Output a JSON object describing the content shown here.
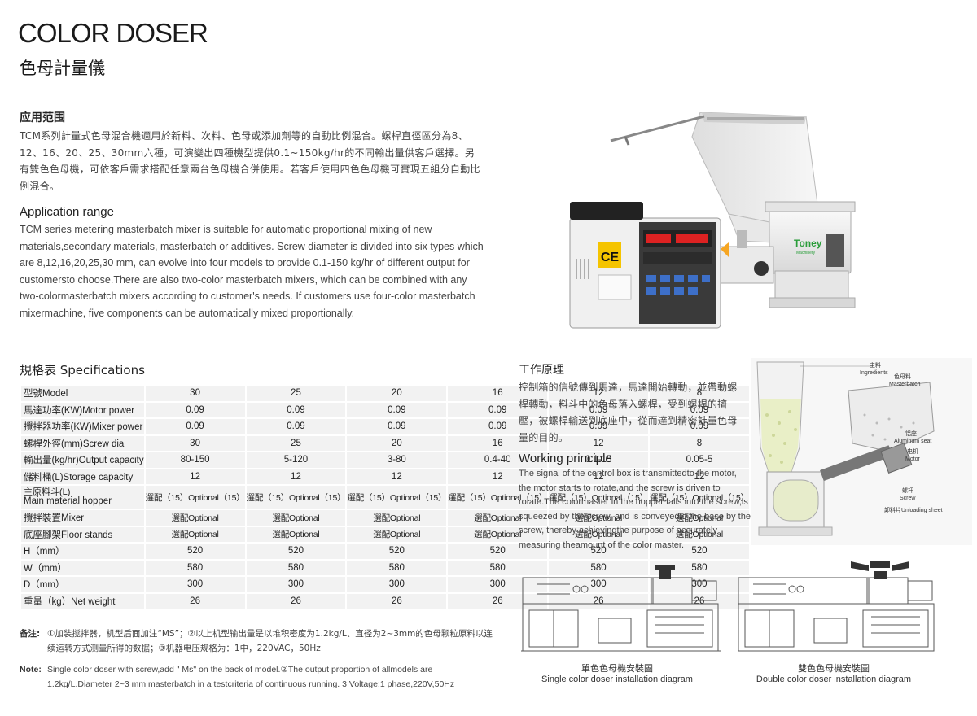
{
  "header": {
    "title_en": "COLOR DOSER",
    "title_cn": "色母計量儀"
  },
  "application": {
    "heading_cn": "应用范围",
    "text_cn": "TCM系列計量式色母混合機適用於新料、次料、色母或添加劑等的自動比例混合。螺桿直徑區分為8、12、16、20、25、30mm六種，可演變出四種機型提供0.1~150kg/hr的不同輸出量供客戶選擇。另有雙色色母機，可依客戶需求搭配任意兩台色母機合併使用。若客戶使用四色色母機可實現五組分自動比例混合。",
    "heading_en": "Application range",
    "text_en": "TCM series metering masterbatch mixer is suitable for automatic proportional mixing of new materials,secondary materials, masterbatch or additives. Screw diameter is divided into six types which are 8,12,16,20,25,30 mm, can evolve into four models to provide 0.1-150 kg/hr of different output for customersto choose.There are also two-color masterbatch mixers, which can be combined with any two-colormasterbatch mixers according to customer's needs. If customers use four-color masterbatch mixermachine, five components can be automatically mixed proportionally."
  },
  "product": {
    "brand": "Toney",
    "brand_sub": "Machinery",
    "ce_mark": "CE"
  },
  "specs": {
    "title": "規格表 Specifications",
    "rows": [
      {
        "label": "型號Model",
        "values": [
          "30",
          "25",
          "20",
          "16",
          "12",
          "8"
        ]
      },
      {
        "label": "馬達功率(KW)Motor power",
        "values": [
          "0.09",
          "0.09",
          "0.09",
          "0.09",
          "0.09",
          "0.09"
        ]
      },
      {
        "label": "攪拌器功率(KW)Mixer power",
        "values": [
          "0.09",
          "0.09",
          "0.09",
          "0.09",
          "0.09",
          "0.09"
        ]
      },
      {
        "label": "螺桿外徑(mm)Screw dia",
        "values": [
          "30",
          "25",
          "20",
          "16",
          "12",
          "8"
        ]
      },
      {
        "label": "輸出量(kg/hr)Output capacity",
        "values": [
          "80-150",
          "5-120",
          "3-80",
          "0.4-40",
          "0.1-15",
          "0.05-5"
        ]
      },
      {
        "label": "儲料桶(L)Storage capacity",
        "values": [
          "12",
          "12",
          "12",
          "12",
          "12",
          "12"
        ]
      },
      {
        "label": "主原料斗(L)",
        "label2": "Main material hopper",
        "values": [
          "選配（15）Optional（15）",
          "選配（15）Optional（15）",
          "選配（15）Optional（15）",
          "選配（15）Optional（15）",
          "選配（15）Optional（15）",
          "選配（15）Optional（15）"
        ]
      },
      {
        "label": "攪拌裝置Mixer",
        "values": [
          "選配Optional",
          "選配Optional",
          "選配Optional",
          "選配Optional",
          "選配Optional",
          "選配Optional"
        ]
      },
      {
        "label": "底座腳架Floor stands",
        "values": [
          "選配Optional",
          "選配Optional",
          "選配Optional",
          "選配Optional",
          "選配Optional",
          "選配Optional"
        ]
      },
      {
        "label": "H（mm）",
        "values": [
          "520",
          "520",
          "520",
          "520",
          "520",
          "520"
        ]
      },
      {
        "label": "W（mm）",
        "values": [
          "580",
          "580",
          "580",
          "580",
          "580",
          "580"
        ]
      },
      {
        "label": "D（mm）",
        "values": [
          "300",
          "300",
          "300",
          "300",
          "300",
          "300"
        ]
      },
      {
        "label": "重量（kg）Net weight",
        "values": [
          "26",
          "26",
          "26",
          "26",
          "26",
          "26"
        ]
      }
    ]
  },
  "notes": {
    "cn_label": "备注:",
    "cn_text": "①加装搅拌器，机型后面加注“MS”；②以上机型输出量是以堆积密度为1.2kg/L、直径为2~3mm的色母颗粒原料以连续运转方式测量所得的数据；③机器电压规格为：1中，220VAC，50Hz",
    "en_label": "Note:",
    "en_text": "Single color doser with screw,add \" Ms\" on the back of model.②The output proportion of allmodels are 1.2kg/L.Diameter 2~3 mm masterbatch in a testcriteria of continuous running. 3 Voltage;1 phase,220V,50Hz"
  },
  "principle": {
    "heading_cn": "工作原理",
    "text_cn": "控制箱的信號傳到馬達，馬達開始轉動，並帶動螺桿轉動，料斗中的色母落入螺桿，受到螺桿的擠壓，被螺桿輸送到底座中，從而達到精密計量色母量的目的。",
    "heading_en": "Working principle",
    "text_en": "The signal of the control box is transmittedto the motor, the motor starts to rotate,and the screw is driven to rotate.The colormaster in the hopper falls into the screw,is squeezed by the screw, and is conveyedto the base by the screw, thereby achievingthe purpose of accurately measuring theamount of the color master."
  },
  "diagram": {
    "ingredients_cn": "主料",
    "ingredients_en": "Ingredients",
    "masterbatch_cn": "色母料",
    "masterbatch_en": "Masterbatch",
    "seat_cn": "铝座",
    "seat_en": "Aluminum seat",
    "motor_cn": "电机",
    "motor_en": "Motor",
    "screw_cn": "螺杆",
    "screw_en": "Screw",
    "unload_cn": "卸料片",
    "unload_en": "Unloading sheet"
  },
  "install": {
    "single_cn": "單色色母機安裝圖",
    "single_en": "Single color doser installation diagram",
    "double_cn": "雙色色母機安裝圖",
    "double_en": "Double color doser installation diagram"
  }
}
